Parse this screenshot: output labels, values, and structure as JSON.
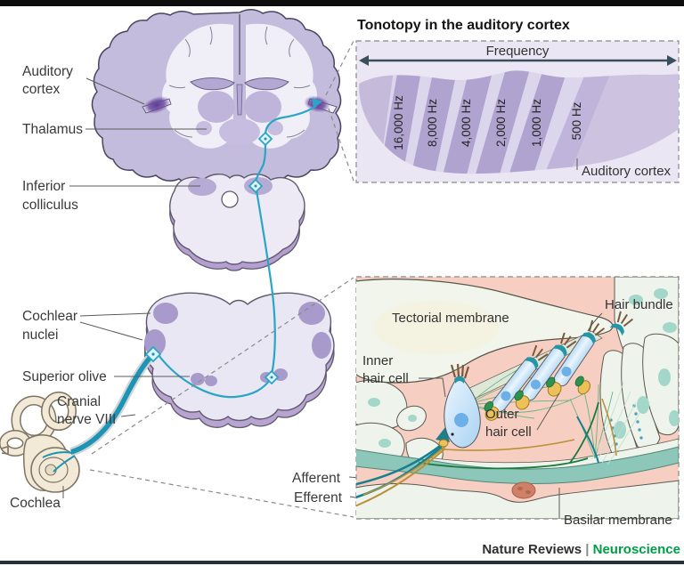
{
  "credit": {
    "publisher": "Nature Reviews",
    "separator": "|",
    "journal": "Neuroscience"
  },
  "labels": {
    "auditory_cortex_1": "Auditory",
    "auditory_cortex_2": "cortex",
    "thalamus": "Thalamus",
    "inferior_colliculus_1": "Inferior",
    "inferior_colliculus_2": "colliculus",
    "cochlear_nuclei_1": "Cochlear",
    "cochlear_nuclei_2": "nuclei",
    "superior_olive": "Superior olive",
    "cranial_nerve_1": "Cranial",
    "cranial_nerve_2": "nerve VIII",
    "cochlea": "Cochlea",
    "afferent": "Afferent",
    "efferent": "Efferent"
  },
  "tonotopy": {
    "title": "Tonotopy in the auditory cortex",
    "axis": "Frequency",
    "bands": [
      "16,000 Hz",
      "8,000 Hz",
      "4,000 Hz",
      "2,000 Hz",
      "1,000 Hz",
      "500 Hz"
    ],
    "region": "Auditory cortex"
  },
  "organ_of_corti": {
    "tectorial": "Tectorial membrane",
    "hair_bundle": "Hair bundle",
    "inner_1": "Inner",
    "inner_2": "hair cell",
    "outer_1": "Outer",
    "outer_2": "hair cell",
    "basilar": "Basilar membrane"
  },
  "colors": {
    "pathway": "#2aa5c6",
    "cortex_ribbon": "#c3bcdc",
    "highlight_purple": "#6b4a9e",
    "band_dark": "#b0a3d0",
    "band_light": "#dcd6ec",
    "panel_bg": "#eae6f3",
    "corti_bg": "#f6cfc2",
    "cell": "#eef3ec",
    "nucleus": "#a3d7ca",
    "hair_cell_blue": "#cfe6f8",
    "afferent_teal": "#17808f",
    "efferent_gold": "#bb9138",
    "basilar_teal": "#8cc7ba",
    "journal_green": "#009b48"
  }
}
